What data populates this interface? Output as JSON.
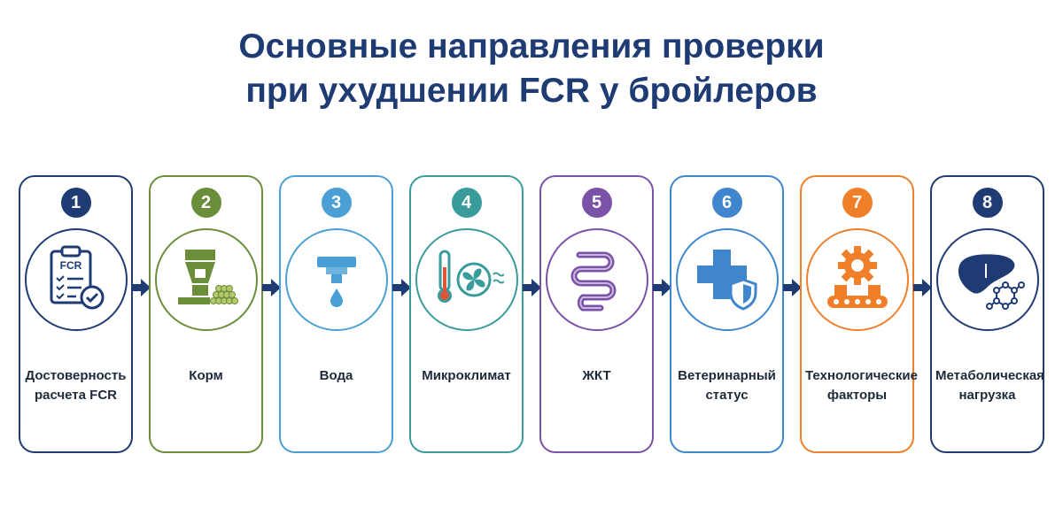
{
  "title": {
    "line1": "Основные направления проверки",
    "line2": "при ухудшении FCR у бройлеров"
  },
  "steps": [
    {
      "number": "1",
      "label": "Достоверность\nрасчета FCR",
      "icon": "clipboard-check-icon",
      "icon_text": "FCR",
      "color": "#1f3b73"
    },
    {
      "number": "2",
      "label": "Корм",
      "icon": "feed-hopper-icon",
      "color": "#6b8e3a"
    },
    {
      "number": "3",
      "label": "Вода",
      "icon": "water-nipple-icon",
      "color": "#4aa0d5"
    },
    {
      "number": "4",
      "label": "Микроклимат",
      "icon": "thermometer-fan-icon",
      "color": "#3a9b9b"
    },
    {
      "number": "5",
      "label": "ЖКТ",
      "icon": "intestine-icon",
      "color": "#7a52a8"
    },
    {
      "number": "6",
      "label": "Ветеринарный\nстатус",
      "icon": "medical-cross-shield-icon",
      "color": "#3f86cf"
    },
    {
      "number": "7",
      "label": "Технологические\nфакторы",
      "icon": "gear-conveyor-icon",
      "color": "#f07f2a"
    },
    {
      "number": "8",
      "label": "Метаболическая\nнагрузка",
      "icon": "liver-molecule-icon",
      "color": "#1f3b73"
    }
  ],
  "arrow_color": "#1f3b73"
}
